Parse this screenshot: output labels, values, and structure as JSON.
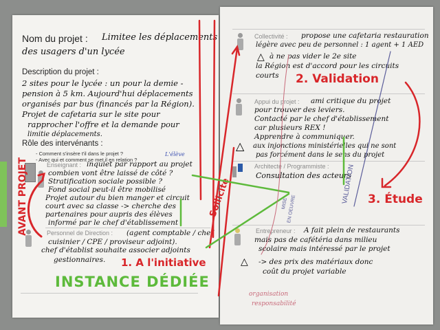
{
  "left_sheet": {
    "project_name_label": "Nom du projet :",
    "project_name_line1": "Limitee les déplacements",
    "project_name_line2": "des usagers d'un lycée",
    "description_label": "Description du projet :",
    "description_lines": [
      "2 sites pour le lycée : un pour la demie -",
      "pension à 5 km. Aujourd'hui déplacements",
      "organisés par bus (financés par la Région).",
      "Projet de cafetaria sur le site pour",
      "rapprocher l'offre et la demande pour",
      "limitie déplacements."
    ],
    "roles_label": "Rôle des intervénants :",
    "roles_questions": [
      "- Comment s'insère t'il dans le projet ?",
      "- Avec qui et comment se met il en relation ?"
    ],
    "teacher": {
      "annotation": "L'élève",
      "label": "Enseignant :",
      "lines": [
        "inquiet par rapport au projet",
        "combien vont être laissé de côté ?",
        "Stratification sociale possible ?",
        "Fond social peut-il être mobilisé",
        "Projet autour du bien manger et circuit",
        "court avec sa classe -> cherche des",
        "partenaires pour aupris des élèves",
        "informé par le chef d'établissement"
      ]
    },
    "direction": {
      "label": "Personnel de Direction :",
      "lines": [
        "(agent comptable / chef",
        "cuisinier / CPE / proviseur adjoint).",
        "chef d'établist souhaite associer adjoints",
        "gestionnaires."
      ]
    },
    "annotations": {
      "avant_projet": "AVANT PROJET",
      "initiative": "1. A l'initiative",
      "instance": "INSTANCE DÉDIÉE",
      "sollicite": "Sollicite"
    }
  },
  "right_sheet": {
    "collectivite": {
      "label": "Collectivité :",
      "lines": [
        "propose une cafetaria restauration",
        "légère avec peu de personnel : 1 agent + 1 AED"
      ],
      "warning_lines": [
        "à ne pas vider le 2e site",
        "la Région est d'accord pour les circuits",
        "courts"
      ]
    },
    "appui": {
      "label": "Appui du projet :",
      "lines": [
        "ami critique du projet",
        "pour trouver des leviers.",
        "Contacté par le chef d'établissement",
        "car plusieurs REX !",
        "Apprendre à communiquer."
      ],
      "warning_lines": [
        "aux injonctions ministérielles qui ne sont",
        "pas forcément dans le sens du projet"
      ]
    },
    "architecte": {
      "label": "Architecte / Programmiste :",
      "lines": [
        "Consultation des acteurs"
      ]
    },
    "entrepreneur": {
      "label": "Entrepreneur :",
      "lines": [
        "A fait plein de restaurants",
        "mais pas de cafétéria dans milieu",
        "scolaire mais intéressé par le projet"
      ],
      "warning_lines": [
        "-> des prix des matériaux donc",
        "coût du projet variable"
      ]
    },
    "annotations": {
      "validation": "2. Validation",
      "etude": "3. Étude",
      "validation_vertical": "VALIDATION",
      "mise_en_oeuvre_1": "MISE",
      "mise_en_oeuvre_2": "EN OEUVRE",
      "organisation_1": "organisation",
      "organisation_2": "responsabilité"
    }
  },
  "colors": {
    "red_marker": "#d8262a",
    "green_marker": "#5dba3b",
    "purple_pen": "#5b5d9a",
    "pink_pen": "#c86a7a"
  }
}
